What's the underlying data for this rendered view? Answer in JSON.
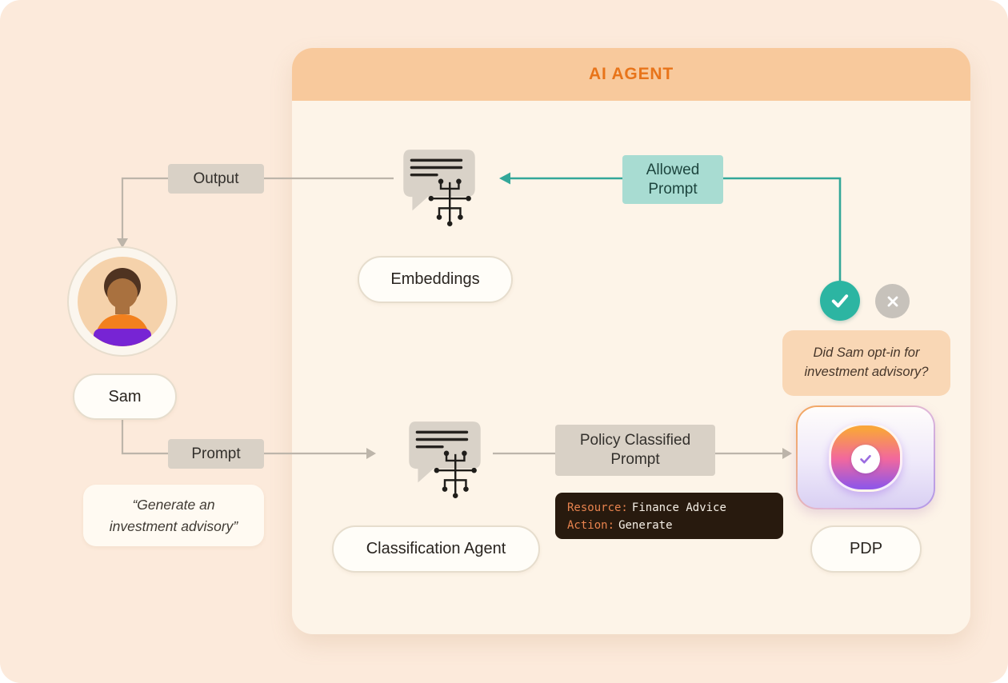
{
  "agent_panel": {
    "title": "AI AGENT"
  },
  "flow": {
    "output_label": "Output",
    "prompt_label": "Prompt",
    "allowed_prompt_label": "Allowed Prompt",
    "policy_prompt_label": "Policy Classified Prompt"
  },
  "nodes": {
    "embeddings": "Embeddings",
    "classification_agent": "Classification Agent",
    "pdp": "PDP",
    "user": "Sam"
  },
  "texts": {
    "user_quote": "“Generate an investment advisory”",
    "optin_question": "Did Sam opt-in for investment advisory?"
  },
  "code_box": {
    "resource_key": "Resource:",
    "resource_value": "Finance Advice",
    "action_key": "Action:",
    "action_value": "Generate"
  },
  "colors": {
    "canvas_bg": "#fceadb",
    "header_bg": "#f8c99c",
    "header_text": "#e8741a",
    "panel_bg": "#fdf4e8",
    "label_bg": "#d9d1c6",
    "allowed_bg": "#a8dcd2",
    "teal_line": "#33a799",
    "gray_line": "#bdb5aa",
    "check_circle": "#2cb5a2",
    "cross_circle": "#c7c2bb",
    "question_bg": "#f9d7b5",
    "code_bg": "#281a0e",
    "code_key": "#e8834e"
  }
}
